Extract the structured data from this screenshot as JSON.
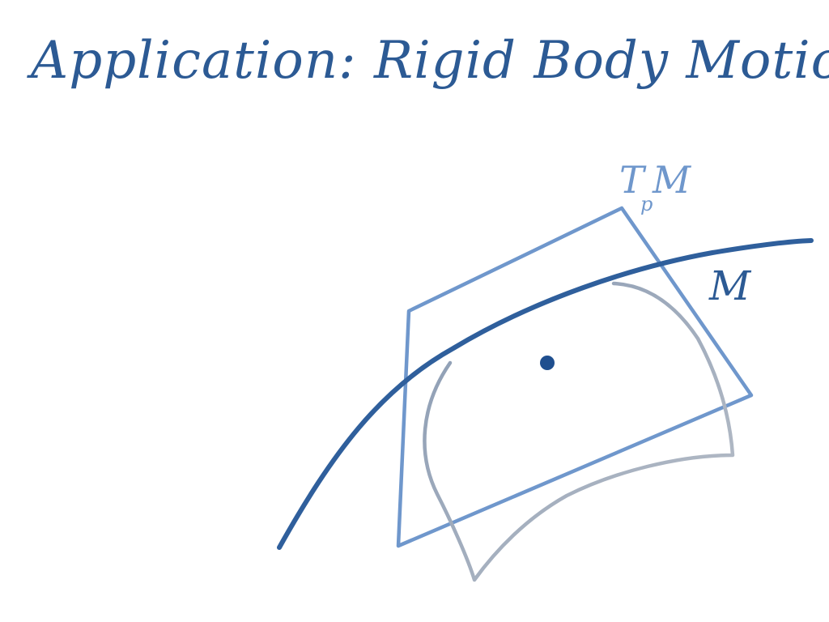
{
  "title": "Application: Rigid Body Motion",
  "labels": {
    "manifold": "M",
    "tangent_space_main": "T",
    "tangent_space_sub": "p",
    "tangent_space_manifold": "M"
  },
  "colors": {
    "ink_dark_blue": "#2f5f9c",
    "ink_light_blue": "#6f97cc",
    "ink_gray_blue": "#8a9bb3",
    "ink_light_gray": "#b9bfc8",
    "point": "#1f4f8f"
  }
}
